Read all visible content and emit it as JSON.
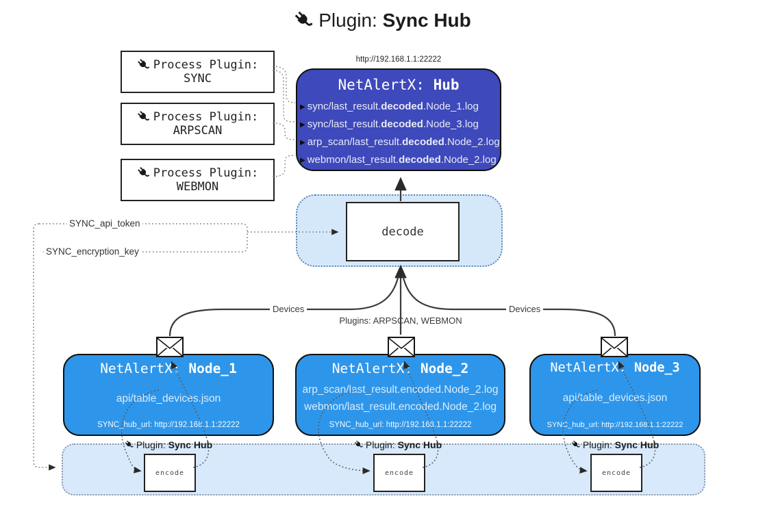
{
  "title": {
    "icon": "plug-icon",
    "label": "Plugin:",
    "name": "Sync Hub"
  },
  "process_plugins": [
    {
      "label": "Process Plugin:",
      "name": "SYNC"
    },
    {
      "label": "Process Plugin:",
      "name": "ARPSCAN"
    },
    {
      "label": "Process Plugin:",
      "name": "WEBMON"
    }
  ],
  "hub": {
    "url": "http://192.168.1.1:22222",
    "title_label": "NetAlertX:",
    "title_name": "Hub",
    "files": [
      {
        "pre": "sync/last_result.",
        "bold": "decoded",
        "post": ".Node_1.log"
      },
      {
        "pre": "sync/last_result.",
        "bold": "decoded",
        "post": ".Node_3.log"
      },
      {
        "pre": "arp_scan/last_result.",
        "bold": "decoded",
        "post": ".Node_2.log"
      },
      {
        "pre": "webmon/last_result.",
        "bold": "decoded",
        "post": ".Node_2.log"
      }
    ]
  },
  "decode": {
    "label": "decode"
  },
  "tokens": {
    "api_token": "SYNC_api_token",
    "encryption_key": "SYNC_encryption_key"
  },
  "edge_labels": {
    "left": "Devices",
    "middle": "Plugins: ARPSCAN, WEBMON",
    "right": "Devices"
  },
  "nodes": [
    {
      "title_label": "NetAlertX:",
      "title_name": "Node_1",
      "files": [
        "api/table_devices.json"
      ],
      "hub_url": "SYNC_hub_url: http://192.168.1.1:22222"
    },
    {
      "title_label": "NetAlertX:",
      "title_name": "Node_2",
      "files": [
        "arp_scan/last_result.encoded.Node_2.log",
        "webmon/last_result.encoded.Node_2.log"
      ],
      "hub_url": "SYNC_hub_url: http://192.168.1.1:22222"
    },
    {
      "title_label": "NetAlertX:",
      "title_name": "Node_3",
      "files": [
        "api/table_devices.json"
      ],
      "hub_url": "SYNC_hub_url: http://192.168.1.1:22222"
    }
  ],
  "encoders": [
    {
      "plugin_label": "Plugin:",
      "plugin_name": "Sync Hub",
      "box_label": "encode"
    },
    {
      "plugin_label": "Plugin:",
      "plugin_name": "Sync Hub",
      "box_label": "encode"
    },
    {
      "plugin_label": "Plugin:",
      "plugin_name": "Sync Hub",
      "box_label": "encode"
    }
  ],
  "colors": {
    "hub_fill": "#3e49bb",
    "node_fill": "#2e96ea",
    "panel_fill": "#d7e9fa",
    "panel_border": "#5f87ad",
    "box_border": "#111111",
    "hub_text": "#e8eaf6",
    "node_text": "#d8ecfd"
  }
}
